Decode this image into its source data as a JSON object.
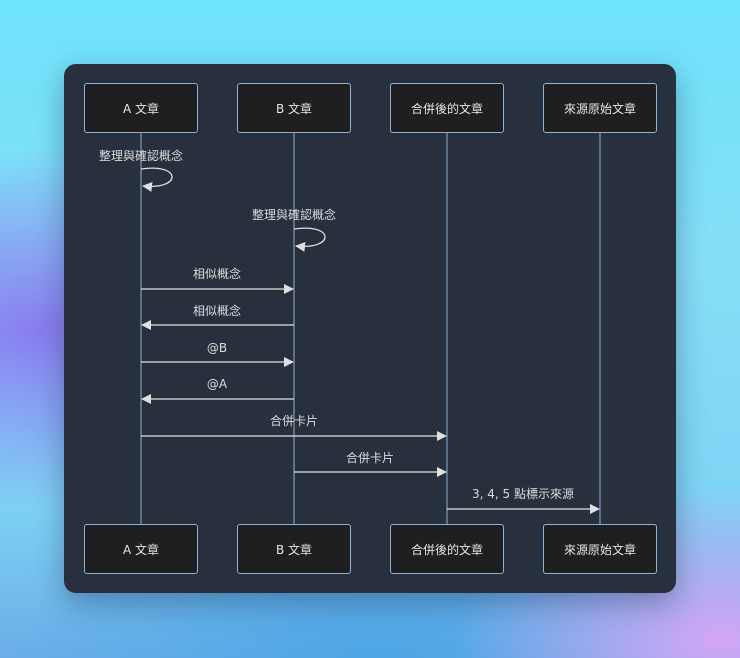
{
  "diagram": {
    "type": "sequence",
    "colors": {
      "card_background": "#282f3d",
      "actor_fill": "#1f1f21",
      "actor_border": "#8fb1d3",
      "lifeline": "#8fb1d3",
      "message_line": "#e0e0e0",
      "text": "#e6e6e6"
    },
    "actors": [
      {
        "id": "A",
        "label": "A 文章"
      },
      {
        "id": "B",
        "label": "B 文章"
      },
      {
        "id": "C",
        "label": "合併後的文章"
      },
      {
        "id": "D",
        "label": "來源原始文章"
      }
    ],
    "messages": [
      {
        "from": "A",
        "to": "A",
        "label": "整理與確認概念"
      },
      {
        "from": "B",
        "to": "B",
        "label": "整理與確認概念"
      },
      {
        "from": "A",
        "to": "B",
        "label": "相似概念"
      },
      {
        "from": "B",
        "to": "A",
        "label": "相似概念"
      },
      {
        "from": "A",
        "to": "B",
        "label": "@B"
      },
      {
        "from": "B",
        "to": "A",
        "label": "@A"
      },
      {
        "from": "A",
        "to": "C",
        "label": "合併卡片"
      },
      {
        "from": "B",
        "to": "C",
        "label": "合併卡片"
      },
      {
        "from": "C",
        "to": "D",
        "label": "3, 4, 5 點標示來源"
      }
    ]
  }
}
